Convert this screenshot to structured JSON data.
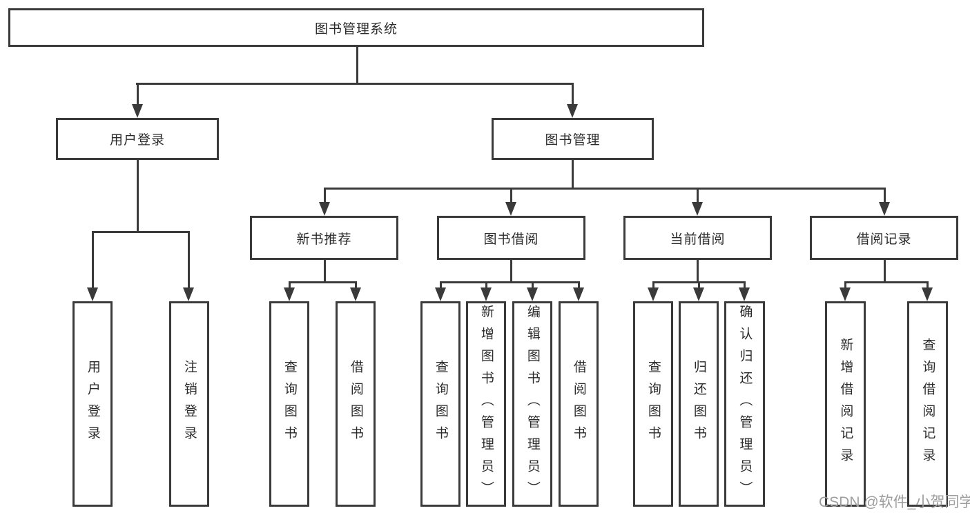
{
  "diagram_type": "hierarchy",
  "tree": {
    "root": {
      "label": "图书管理系统"
    },
    "level2": [
      {
        "label": "用户登录",
        "children": [
          "用户登录",
          "注销登录"
        ]
      },
      {
        "label": "图书管理"
      }
    ],
    "level3": [
      {
        "label": "新书推荐",
        "children": [
          "查询图书",
          "借阅图书"
        ]
      },
      {
        "label": "图书借阅",
        "children": [
          "查询图书",
          "新增图书（管理员）",
          "编辑图书（管理员）",
          "借阅图书"
        ]
      },
      {
        "label": "当前借阅",
        "children": [
          "查询图书",
          "归还图书",
          "确认归还（管理员）"
        ]
      },
      {
        "label": "借阅记录",
        "children": [
          "新增借阅记录",
          "查询借阅记录"
        ]
      }
    ]
  },
  "watermark": {
    "text": "CSDN @软件_小贺同学"
  },
  "colors": {
    "line": "#3a3a3a",
    "text": "#2b2b2b",
    "watermark": "#9e9e9e",
    "background": "#ffffff"
  }
}
